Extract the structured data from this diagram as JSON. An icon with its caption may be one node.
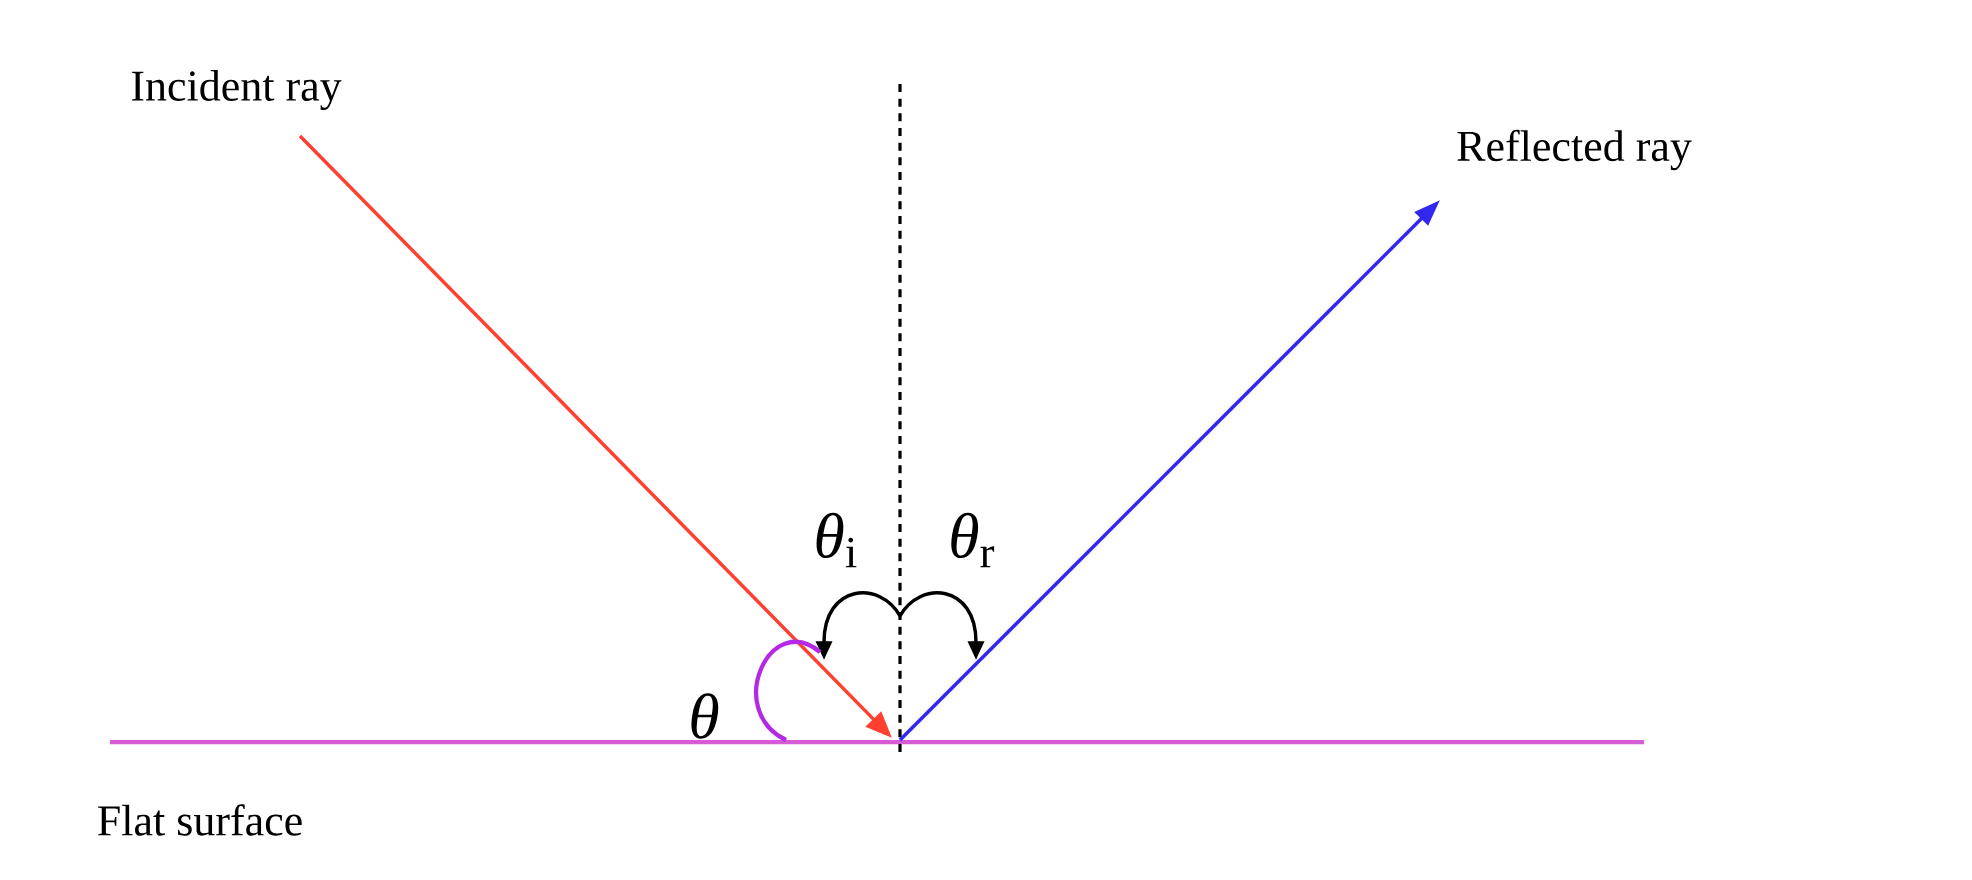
{
  "diagram": {
    "labels": [
      "Incident ray",
      "Reflected ray",
      "*θ*$_{i}$",
      "*θ*$_{r}$",
      "*θ*",
      "Flat surface"
    ]
  }
}
